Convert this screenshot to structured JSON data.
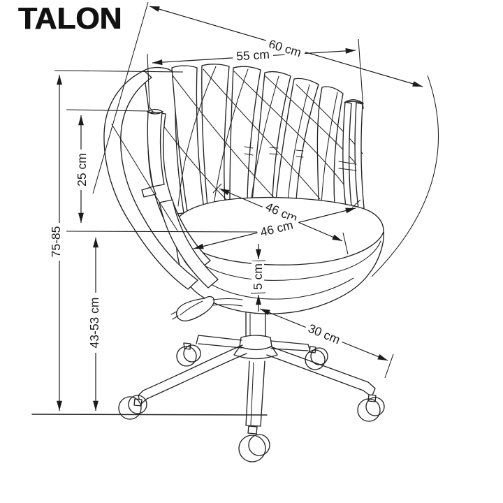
{
  "title": "TALON",
  "labels": {
    "overall_width": "60 cm",
    "backrest_width": "55 cm",
    "backrest_height": "25 cm",
    "total_height": "75-85",
    "seat_height_range": "43-53 cm",
    "seat_diameter_a": "46 cm",
    "seat_diameter_b": "46 cm",
    "cushion_thickness": "5 cm",
    "base_arm_length": "30 cm"
  },
  "colors": {
    "ink": "#1b1b1b",
    "background": "#ffffff"
  }
}
